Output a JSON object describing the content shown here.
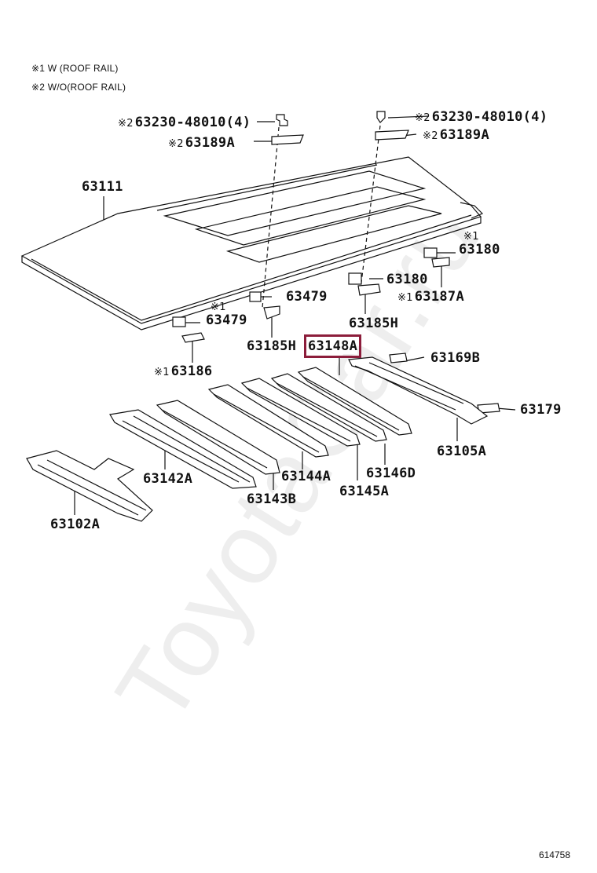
{
  "watermark": "ToyotaCar.ru",
  "legend": [
    {
      "mark": "※1",
      "text": "W (ROOF RAIL)"
    },
    {
      "mark": "※2",
      "text": "W/O(ROOF RAIL)"
    }
  ],
  "callouts": [
    {
      "id": "c1",
      "mark": "※2",
      "code": "63230-48010(4)"
    },
    {
      "id": "c2",
      "mark": "※2",
      "code": "63189A"
    },
    {
      "id": "c3",
      "mark": "※2",
      "code": "63230-48010(4)"
    },
    {
      "id": "c4",
      "mark": "※2",
      "code": "63189A"
    },
    {
      "id": "c5",
      "mark": "",
      "code": "63111"
    },
    {
      "id": "c6",
      "mark": "※1",
      "code": "63180"
    },
    {
      "id": "c7",
      "mark": "",
      "code": "63180"
    },
    {
      "id": "c8",
      "mark": "",
      "code": "63479"
    },
    {
      "id": "c9",
      "mark": "※1",
      "code": "63187A"
    },
    {
      "id": "c10",
      "mark": "※1",
      "code": "63479"
    },
    {
      "id": "c11",
      "mark": "",
      "code": "63185H"
    },
    {
      "id": "c12",
      "mark": "",
      "code": "63185H"
    },
    {
      "id": "c13",
      "mark": "",
      "code": "63148A",
      "highlight": true
    },
    {
      "id": "c14",
      "mark": "※1",
      "code": "63186"
    },
    {
      "id": "c15",
      "mark": "",
      "code": "63169B"
    },
    {
      "id": "c16",
      "mark": "",
      "code": "63179"
    },
    {
      "id": "c17",
      "mark": "",
      "code": "63105A"
    },
    {
      "id": "c18",
      "mark": "",
      "code": "63146D"
    },
    {
      "id": "c19",
      "mark": "",
      "code": "63144A"
    },
    {
      "id": "c20",
      "mark": "",
      "code": "63145A"
    },
    {
      "id": "c21",
      "mark": "",
      "code": "63142A"
    },
    {
      "id": "c22",
      "mark": "",
      "code": "63143B"
    },
    {
      "id": "c23",
      "mark": "",
      "code": "63102A"
    }
  ],
  "diagram_code": "614758",
  "colors": {
    "line": "#111111",
    "highlight": "#8c1d3b",
    "watermark": "#eeeeee"
  }
}
